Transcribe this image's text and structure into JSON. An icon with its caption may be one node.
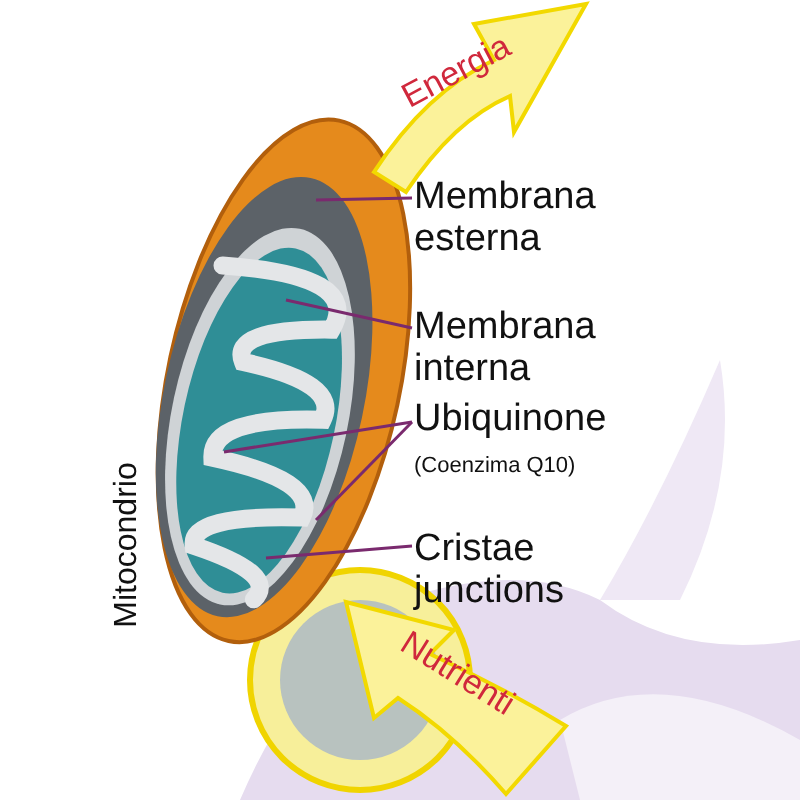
{
  "diagram": {
    "nodes": [
      {
        "text": [
          "Energia"
        ]
      },
      {
        "text": [
          "Membrana esterna"
        ]
      },
      {
        "text": [
          "Membrana interna"
        ]
      },
      {
        "text": [
          "Ubiquinone",
          "(Coenzima Q10)"
        ]
      },
      {
        "text": [
          "Cristae junctions"
        ]
      },
      {
        "text": [
          "Nutrienti"
        ]
      }
    ],
    "edges": [
      {
        "from": 1,
        "to": null,
        "arrow": "none"
      },
      {
        "from": 2,
        "to": null,
        "arrow": "none"
      },
      {
        "from": 3,
        "to": null,
        "arrow": "none"
      },
      {
        "from": 3,
        "to": null,
        "arrow": "none"
      },
      {
        "from": 4,
        "to": null,
        "arrow": "none"
      }
    ],
    "labels": [
      "Mitocondrio"
    ]
  }
}
